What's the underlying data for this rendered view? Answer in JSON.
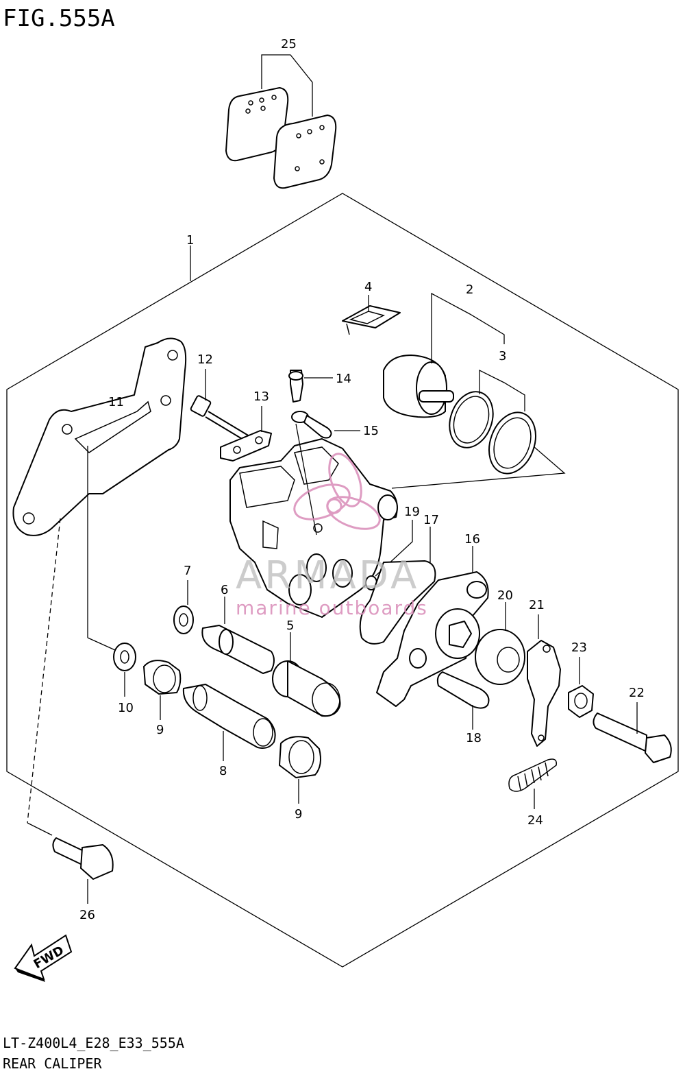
{
  "figure_title": "FIG.555A",
  "model_code": "LT-Z400L4_E28_E33_555A",
  "assembly_name": "REAR CALIPER",
  "watermark": {
    "brand": "ARMADA",
    "tagline": "marine outboards",
    "color": "#d98bb8"
  },
  "fwd_label": "FWD",
  "callouts": {
    "c1": "1",
    "c2": "2",
    "c3": "3",
    "c4": "4",
    "c5": "5",
    "c6": "6",
    "c7": "7",
    "c8": "8",
    "c9a": "9",
    "c9b": "9",
    "c10": "10",
    "c11": "11",
    "c12": "12",
    "c13": "13",
    "c14": "14",
    "c15": "15",
    "c16": "16",
    "c17": "17",
    "c18": "18",
    "c19": "19",
    "c20": "20",
    "c21": "21",
    "c22": "22",
    "c23": "23",
    "c24": "24",
    "c25": "25",
    "c26": "26"
  }
}
